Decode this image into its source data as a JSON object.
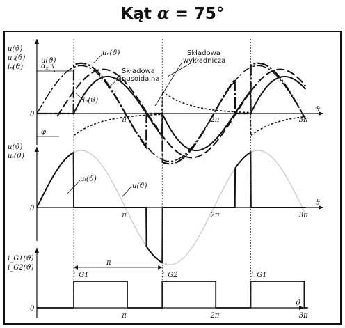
{
  "title": {
    "prefix": "Kąt ",
    "symbol": "α",
    "suffix": " = 75°"
  },
  "panel1": {
    "y_labels": [
      "u(ϑ)",
      "uₙ(ϑ)",
      "iₙ(ϑ)"
    ],
    "curve_labels": {
      "u": "u(ϑ)",
      "un": "uₙ(ϑ)",
      "in": "iₙ(ϑ)",
      "sin": [
        "Składowa",
        "sinusoidalna"
      ],
      "exp": [
        "Składowa",
        "wykładnicza"
      ]
    },
    "alpha_label": "α",
    "alpha_sub": "z",
    "phi_label": "φ",
    "zero": "0",
    "ticks": [
      "π",
      "2π",
      "3π"
    ],
    "x_label": "ϑ"
  },
  "panel2": {
    "y_labels": [
      "u(ϑ)",
      "uₜ(ϑ)"
    ],
    "curve_labels": {
      "uT": "uₜ(ϑ)",
      "u": "u(ϑ)"
    },
    "zero": "0",
    "ticks": [
      "π",
      "2π",
      "3π"
    ],
    "x_label": "ϑ"
  },
  "panel3": {
    "y_labels": [
      "i_G1(ϑ)",
      "i_G2(ϑ)"
    ],
    "pulse_labels": [
      "i_G1",
      "i_G2",
      "i_G1"
    ],
    "span_label": "π",
    "zero": "0",
    "ticks": [
      "π",
      "2π",
      "3π"
    ],
    "x_label": "ϑ"
  },
  "waveform": {
    "alpha_deg": 75,
    "phi_deg": 45,
    "gate_pulse_width": 1.0
  }
}
